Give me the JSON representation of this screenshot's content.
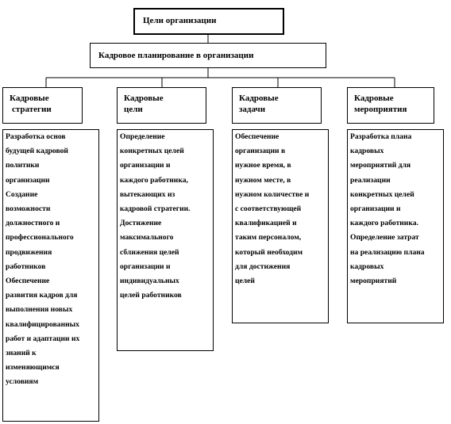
{
  "top": {
    "label": "Цели организации"
  },
  "middle": {
    "label": "Кадровое планирование в организации"
  },
  "columns": [
    {
      "heading": [
        "Кадровые",
        "стратегии"
      ],
      "lines": [
        "Разработка основ",
        "будущей кадровой",
        "политики",
        "организации",
        "Создание",
        "возможности",
        "должностного и",
        "профессионального",
        "продвижения",
        "работников",
        "Обеспечение",
        "развития кадров для",
        "выполнения новых",
        "квалифицированных",
        "работ и адаптации их",
        "знаний к",
        "изменяющимся",
        "условиям"
      ]
    },
    {
      "heading": [
        "Кадровые",
        "цели"
      ],
      "lines": [
        "Определение",
        "конкретных целей",
        "организации и",
        "каждого работника,",
        "вытекающих из",
        "кадровой стратегии.",
        "Достижение",
        "максимального",
        "сближения целей",
        "организации и",
        "индивидуальных",
        "целей работников"
      ]
    },
    {
      "heading": [
        "Кадровые",
        "задачи"
      ],
      "lines": [
        "Обеспечение",
        "организации в",
        "нужное время, в",
        "нужном месте, в",
        "нужном количестве и",
        "с соответствующей",
        "квалификацией и",
        "таким персоналом,",
        "который необходим",
        "для достижения",
        "целей"
      ]
    },
    {
      "heading": [
        "Кадровые",
        "мероприятия"
      ],
      "lines": [
        "Разработка плана",
        "кадровых",
        "мероприятий для",
        "реализации",
        "конкретных целей",
        "организации и",
        "каждого работника.",
        "Определение затрат",
        "на реализацию плана",
        "кадровых",
        "мероприятий"
      ]
    }
  ]
}
